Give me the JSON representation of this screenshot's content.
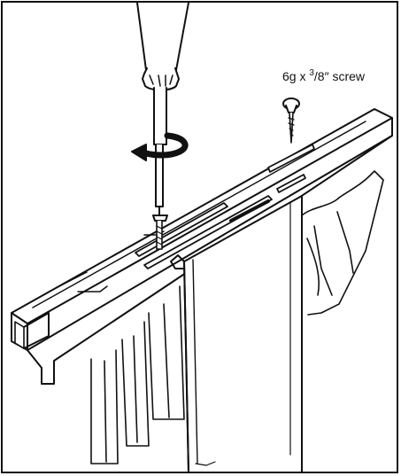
{
  "figure": {
    "screw_label": {
      "gauge": "6g x ",
      "fraction_numerator": "3",
      "fraction_rest": "/8″ screw"
    }
  },
  "colors": {
    "line": "#111111",
    "background": "#ffffff"
  },
  "icons": [
    "screwdriver-icon",
    "screw-icon",
    "rotation-arrow-icon"
  ]
}
